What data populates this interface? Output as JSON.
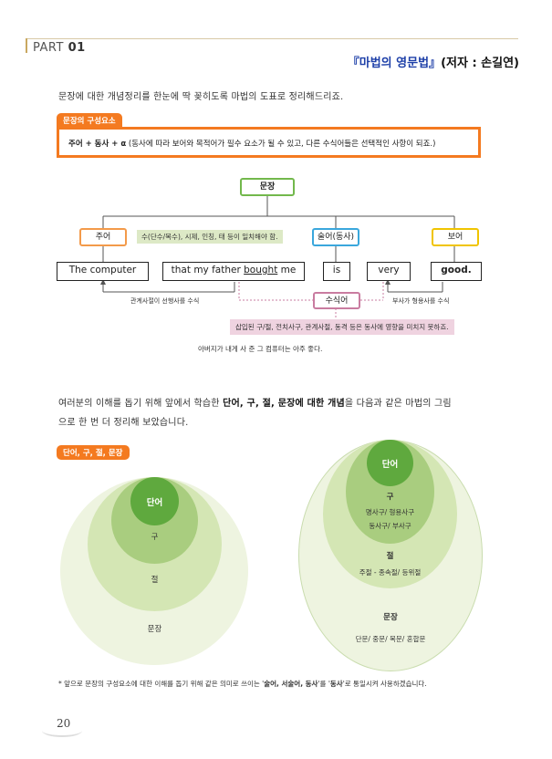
{
  "header": {
    "part_label": "PART",
    "part_number": "01",
    "book_title": "『마법의 영문법』",
    "book_author": "(저자 : 손길연)"
  },
  "intro": "문장에 대한 개념정리를 한눈에 딱 꽂히도록 마법의 도표로 정리해드리죠.",
  "sentence_section": {
    "tag": "문장의 구성요소",
    "formula_bold": "주어 + 동사 + α",
    "formula_rest": " (동사에 따라 보어와 목적어가 필수 요소가 될 수 있고, 다른 수식어들은 선택적인 사항이 되죠.)"
  },
  "diagram": {
    "root": "문장",
    "subject": "주어",
    "agreement": "수(단수/복수), 시제, 인칭, 태 등이 일치해야 함.",
    "predicate": "술어(동사)",
    "complement": "보어",
    "words": {
      "w1": "The computer",
      "w2_pre": "that my father ",
      "w2_u": "bought",
      "w2_post": " me",
      "w3": "is",
      "w4": "very",
      "w5": "good."
    },
    "note_left": "관계사절이 선행사를 수식",
    "note_right": "부사가 형용사를 수식",
    "modifier": "수식어",
    "modifier_note": "삽입된 구/절, 전치사구, 관계사절, 동격 등은 동사에 영향을 미치지 못하죠.",
    "translation": "아버지가 내게 사 준 그 컴퓨터는 아주 좋다."
  },
  "paragraph": {
    "p1_a": "여러분의 이해를 돕기 위해 앞에서 학습한 ",
    "p1_b": "단어, 구, 절, 문장에 대한 개념",
    "p1_c": "을 다음과 같은 마법의 그림",
    "p2": "으로 한 번 더 정리해 보았습니다."
  },
  "circles_section": {
    "tag": "단어, 구, 절, 문장",
    "left": {
      "word": "단어",
      "phrase": "구",
      "clause": "절",
      "sentence": "문장"
    },
    "right": {
      "word": "단어",
      "phrase": "구",
      "phrase_types_1": "명사구/ 형용사구",
      "phrase_types_2": "동사구/ 부사구",
      "clause": "절",
      "clause_types": "주절 - 종속절/ 등위절",
      "sentence": "문장",
      "sentence_types": "단문/ 중문/ 복문/ 혼합문"
    }
  },
  "footnote": {
    "a": "* 앞으로 문장의 구성요소에 대한 이해를 돕기 위해 같은 의미로 쓰이는 '",
    "b": "술어, 서술어, 동사",
    "c": "'를 '",
    "d": "동사",
    "e": "'로 통일시켜 사용하겠습니다."
  },
  "page_number": "20",
  "colors": {
    "orange": "#f47a20",
    "green": "#72b84c",
    "blue": "#3aa7dc",
    "yellow": "#f0c400",
    "pink": "#c97ca0"
  }
}
